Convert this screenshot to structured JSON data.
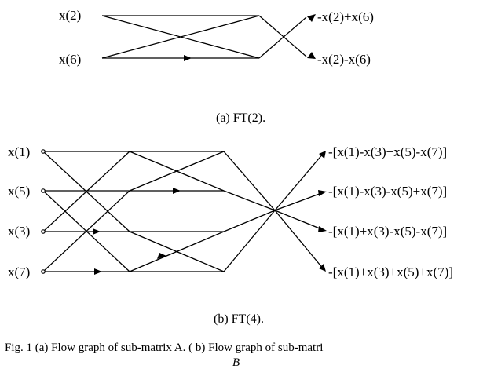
{
  "figure_a": {
    "inputs": [
      "x(2)",
      "x(6)"
    ],
    "outputs": [
      "-x(2)+x(6)",
      "-x(2)-x(6)"
    ],
    "caption": "(a) FT(2)."
  },
  "figure_b": {
    "inputs": [
      "x(1)",
      "x(5)",
      "x(3)",
      "x(7)"
    ],
    "outputs": [
      "-[x(1)-x(3)+x(5)-x(7)]",
      "-[x(1)-x(3)-x(5)+x(7)]",
      "-[x(1)+x(3)-x(5)-x(7)]",
      "-[x(1)+x(3)+x(5)+x(7)]"
    ],
    "caption": "(b) FT(4)."
  },
  "figure_caption": {
    "line1": "Fig. 1 (a) Flow graph of sub-matrix A. ( b) Flow graph of sub-matri",
    "line2": "B"
  }
}
